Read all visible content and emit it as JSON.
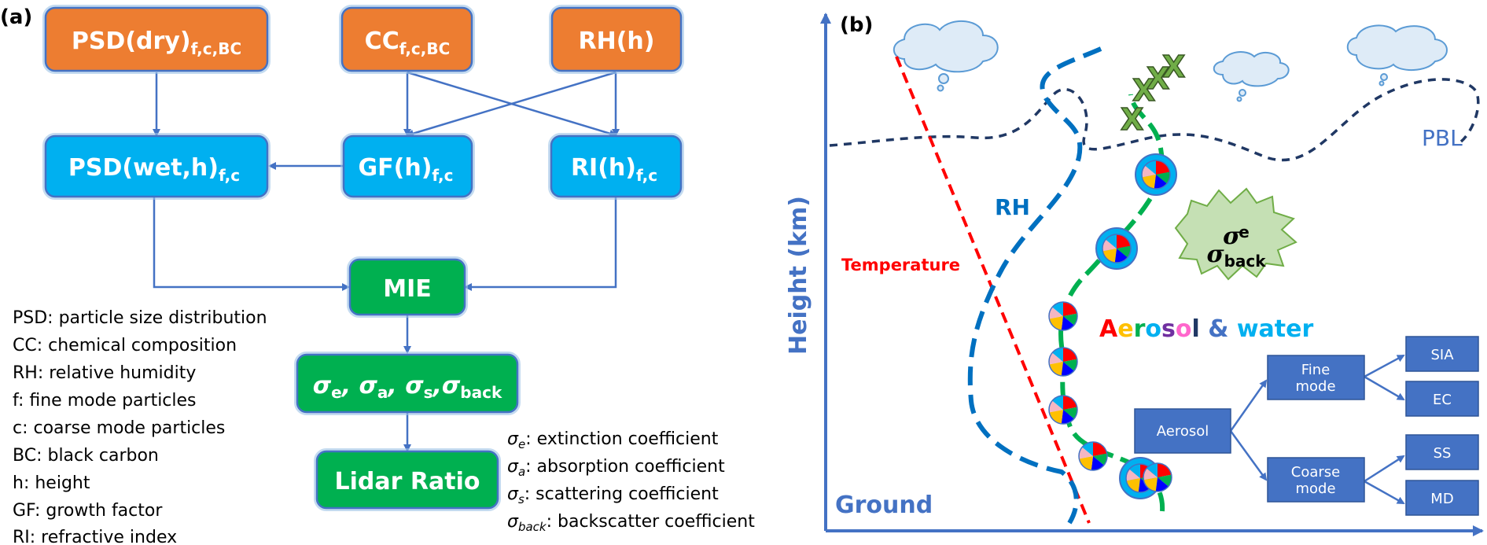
{
  "panel_a": {
    "label": "(a)",
    "nodes": {
      "psd_dry": {
        "main": "PSD(dry)",
        "sub": "f,c,BC"
      },
      "cc": {
        "main": "CC",
        "sub": "f,c,BC"
      },
      "rh": {
        "main": "RH(h)",
        "sub": ""
      },
      "psd_wet": {
        "main": "PSD(wet,h)",
        "sub": "f,c"
      },
      "gf": {
        "main": "GF(h)",
        "sub": "f,c"
      },
      "ri": {
        "main": "RI(h)",
        "sub": "f,c"
      },
      "mie": {
        "main": "MIE"
      },
      "sigmas": {
        "s1": "σ",
        "s1sub": "e",
        "s2": ", σ",
        "s2sub": "a",
        "s3": ", σ",
        "s3sub": "s",
        "s4": ",σ",
        "s4sub": "back"
      },
      "lidar": {
        "main": "Lidar Ratio"
      }
    },
    "legend": [
      "PSD: particle size distribution",
      "CC: chemical composition",
      "RH: relative humidity",
      "f: fine mode particles",
      "c: coarse mode particles",
      "BC: black carbon",
      "h: height",
      "GF: growth factor",
      "RI: refractive index"
    ],
    "sigma_legend": [
      {
        "sym": "σ",
        "sub": "e",
        "text": ": extinction coefficient"
      },
      {
        "sym": "σ",
        "sub": "a",
        "text": ": absorption coefficient"
      },
      {
        "sym": "σ",
        "sub": "s",
        "text": ": scattering coefficient"
      },
      {
        "sym": "σ",
        "sub": "back",
        "text": ": backscatter coefficient"
      }
    ]
  },
  "panel_b": {
    "label": "(b)",
    "y_axis_label": "Height (km)",
    "ground_label": "Ground",
    "pbl_label": "PBL",
    "rh_label": "RH",
    "temperature_label": "Temperature",
    "burst": {
      "sym": "σ",
      "sub1": "e",
      "sub2": "back"
    },
    "aerosol_water": {
      "letters": [
        {
          "ch": "A",
          "color": "#FF0000"
        },
        {
          "ch": "e",
          "color": "#FFC000"
        },
        {
          "ch": "r",
          "color": "#00B050"
        },
        {
          "ch": "o",
          "color": "#00B0F0"
        },
        {
          "ch": "s",
          "color": "#7030A0"
        },
        {
          "ch": "o",
          "color": "#FF66CC"
        },
        {
          "ch": "l",
          "color": "#203864"
        }
      ],
      "amp": " & ",
      "water": "water",
      "amp_color": "#4472C4",
      "water_color": "#00B0F0"
    },
    "tree": {
      "root": "Aerosol",
      "fine": [
        "Fine",
        "mode"
      ],
      "coarse": [
        "Coarse",
        "mode"
      ],
      "fine_children": [
        "SIA",
        "EC"
      ],
      "coarse_children": [
        "SS",
        "MD"
      ]
    },
    "colors": {
      "axis": "#4472C4",
      "rh_line": "#0070C0",
      "temperature_line": "#FF0000",
      "pbl_line": "#203864",
      "trajectory": "#00B050"
    }
  }
}
